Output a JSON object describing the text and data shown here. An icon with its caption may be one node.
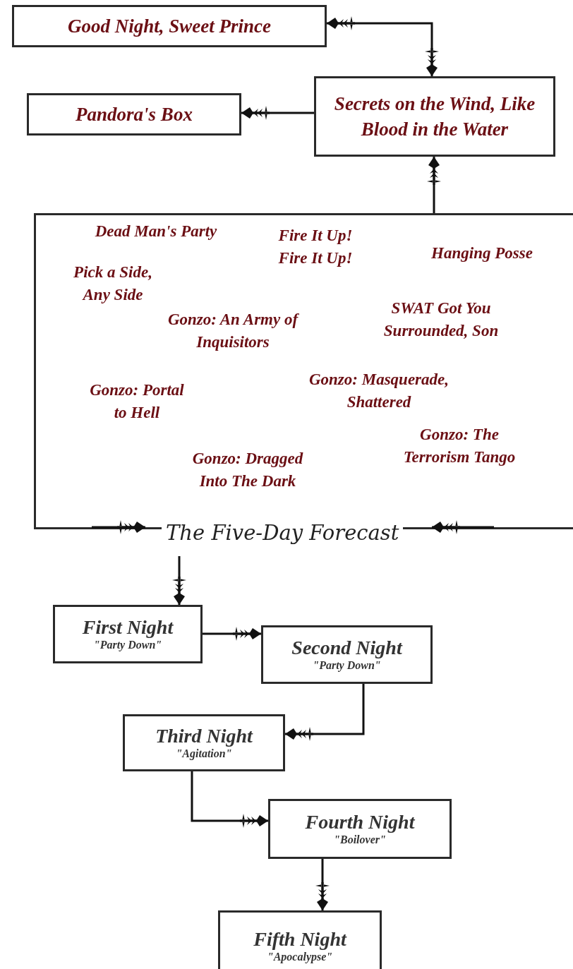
{
  "diagram": {
    "nodes": [
      {
        "text": [
          "Good Night, Sweet Prince"
        ]
      },
      {
        "text": [
          "Secrets on the Wind, Like Blood in the Water"
        ]
      },
      {
        "text": [
          "Pandora's Box"
        ]
      },
      {
        "text": [
          "The Five-Day Forecast"
        ]
      },
      {
        "text": [
          "First Night",
          "\"Party Down\""
        ]
      },
      {
        "text": [
          "Second Night",
          "\"Party Down\""
        ]
      },
      {
        "text": [
          "Third Night",
          "\"Agitation\""
        ]
      },
      {
        "text": [
          "Fourth Night",
          "\"Boilover\""
        ]
      },
      {
        "text": [
          "Fifth Night",
          "\"Apocalypse\""
        ]
      }
    ],
    "edges": [
      {
        "from": 0,
        "to": 1,
        "arrow": "both"
      },
      {
        "from": 1,
        "to": 2,
        "arrow": "to"
      },
      {
        "from": 3,
        "to": 1,
        "arrow": "to"
      },
      {
        "from": 3,
        "to": 4,
        "arrow": "to"
      },
      {
        "from": 4,
        "to": 5,
        "arrow": "to"
      },
      {
        "from": 5,
        "to": 6,
        "arrow": "to"
      },
      {
        "from": 6,
        "to": 7,
        "arrow": "to"
      },
      {
        "from": 7,
        "to": 8,
        "arrow": "to"
      }
    ],
    "labels": [
      "Dead Man's Party",
      "Fire It Up! Fire It Up!",
      "Hanging Posse",
      "Pick a Side, Any Side",
      "SWAT Got You Surrounded, Son",
      "Gonzo: An Army of Inquisitors",
      "Gonzo: Masquerade, Shattered",
      "Gonzo: Portal to Hell",
      "Gonzo: The Terrorism Tango",
      "Gonzo: Dragged Into The Dark"
    ]
  }
}
